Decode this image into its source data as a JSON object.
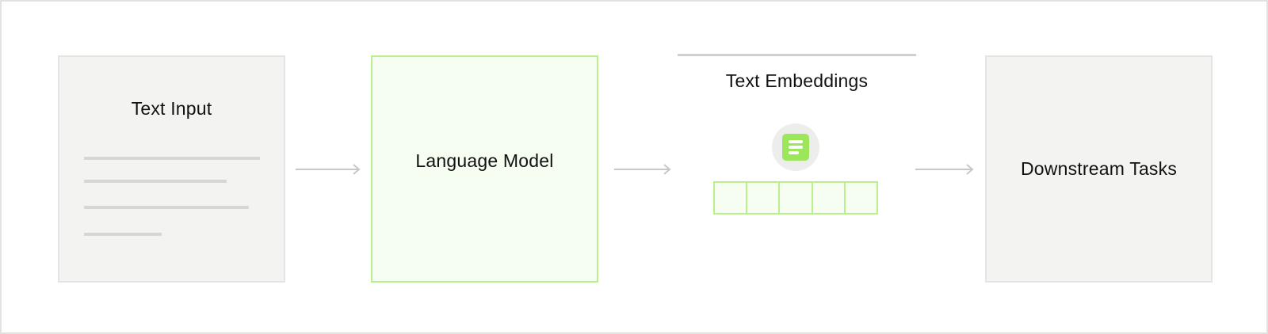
{
  "diagram": {
    "nodes": {
      "text_input": {
        "label": "Text Input"
      },
      "language_model": {
        "label": "Language Model"
      },
      "text_embeddings": {
        "label": "Text Embeddings",
        "vector_cells": 5,
        "icon": "document-icon"
      },
      "downstream_tasks": {
        "label": "Downstream Tasks"
      }
    },
    "edges": [
      {
        "from": "text_input",
        "to": "language_model"
      },
      {
        "from": "language_model",
        "to": "text_embeddings"
      },
      {
        "from": "text_embeddings",
        "to": "downstream_tasks"
      }
    ],
    "colors": {
      "accent_green": "#9ce65c",
      "green_border": "#b9f08c",
      "green_fill": "#f6fdf1",
      "grey_fill": "#f3f3f2",
      "arrow": "#c8c8c6"
    }
  }
}
